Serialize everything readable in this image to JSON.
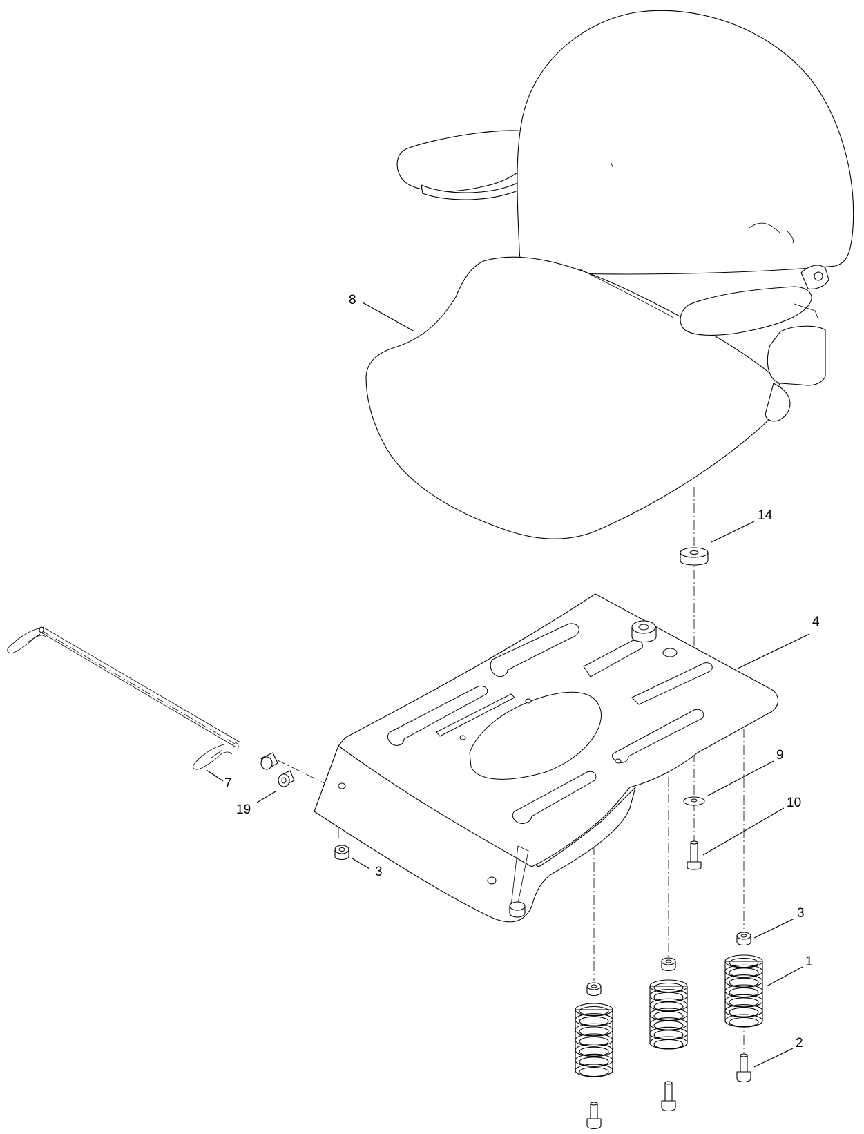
{
  "callouts": {
    "c1": "1",
    "c2": "2",
    "c3a": "3",
    "c3b": "3",
    "c4": "4",
    "c7": "7",
    "c8": "8",
    "c9": "9",
    "c10": "10",
    "c14": "14",
    "c19": "19"
  }
}
